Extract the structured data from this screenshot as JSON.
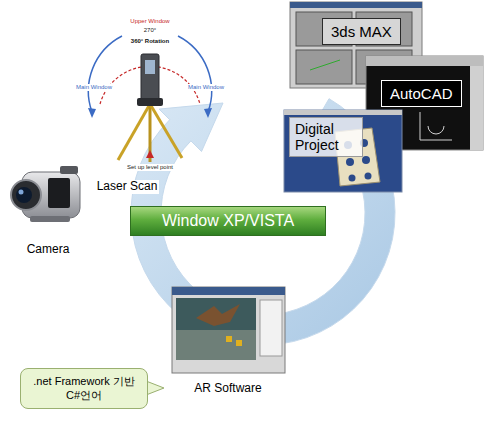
{
  "diagram": {
    "nodes": [
      {
        "text": [
          "3ds MAX"
        ]
      },
      {
        "text": [
          "AutoCAD"
        ]
      },
      {
        "text": [
          "Digital Project"
        ]
      },
      {
        "text": [
          "Window XP/VISTA"
        ]
      },
      {
        "text": [
          ".net Framework 기반 C#언어"
        ]
      }
    ],
    "labels": [
      "Upper Window",
      "270°",
      "360° Rotation",
      "Main Window",
      "Main Window",
      "Set up level point",
      "Laser Scan",
      "Camera",
      "AR Software"
    ]
  }
}
